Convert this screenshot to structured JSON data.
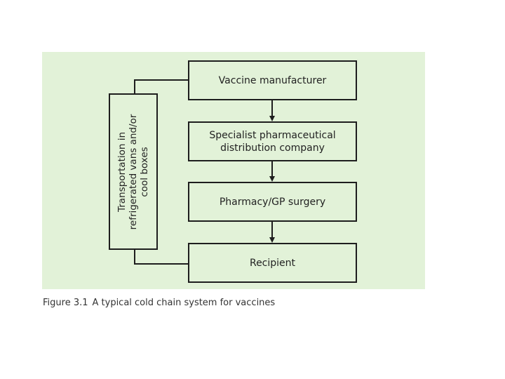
{
  "diagram": {
    "boxes": {
      "manufacturer": [
        "Vaccine manufacturer"
      ],
      "distribution": [
        "Specialist pharmaceutical",
        "distribution company"
      ],
      "pharmacy": [
        "Pharmacy/GP surgery"
      ],
      "recipient": [
        "Recipient"
      ],
      "transport": [
        "Transportation in",
        "refrigerated vans and/or",
        "cool boxes"
      ]
    },
    "colors": {
      "panel_background": "#e2f2d8",
      "line": "#1e1e1e"
    }
  },
  "caption": {
    "label": "Figure 3.1",
    "text": "A typical cold chain system for vaccines"
  }
}
